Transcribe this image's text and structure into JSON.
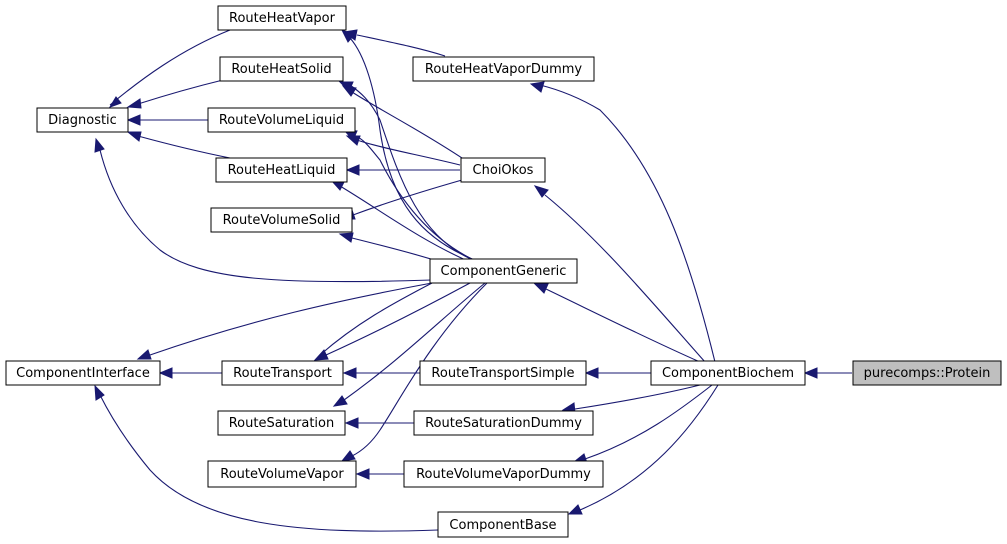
{
  "nodes": {
    "diagnostic": "Diagnostic",
    "route_heat_vapor": "RouteHeatVapor",
    "route_heat_solid": "RouteHeatSolid",
    "route_volume_liquid": "RouteVolumeLiquid",
    "route_heat_liquid": "RouteHeatLiquid",
    "route_volume_solid": "RouteVolumeSolid",
    "route_heat_vapor_dummy": "RouteHeatVaporDummy",
    "choi_okos": "ChoiOkos",
    "component_generic": "ComponentGeneric",
    "component_interface": "ComponentInterface",
    "route_transport": "RouteTransport",
    "route_transport_simple": "RouteTransportSimple",
    "component_biochem": "ComponentBiochem",
    "protein": "purecomps::Protein",
    "route_saturation": "RouteSaturation",
    "route_saturation_dummy": "RouteSaturationDummy",
    "route_volume_vapor": "RouteVolumeVapor",
    "route_volume_vapor_dummy": "RouteVolumeVaporDummy",
    "component_base": "ComponentBase"
  },
  "colors": {
    "edge": "#191970",
    "node_border": "#000000",
    "node_fill": "#ffffff",
    "highlight_fill": "#bfbfbf"
  }
}
